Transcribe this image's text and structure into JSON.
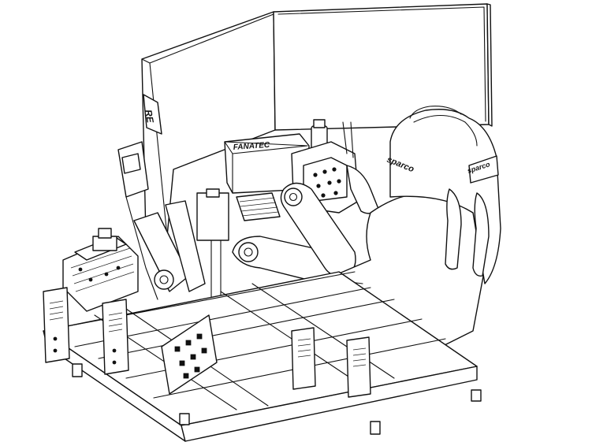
{
  "logos": {
    "monitor_badge": "RE",
    "wheelbase_brand": "FANATEC",
    "seat_brand_back": "sparco",
    "seat_brand_side": "sparco"
  }
}
